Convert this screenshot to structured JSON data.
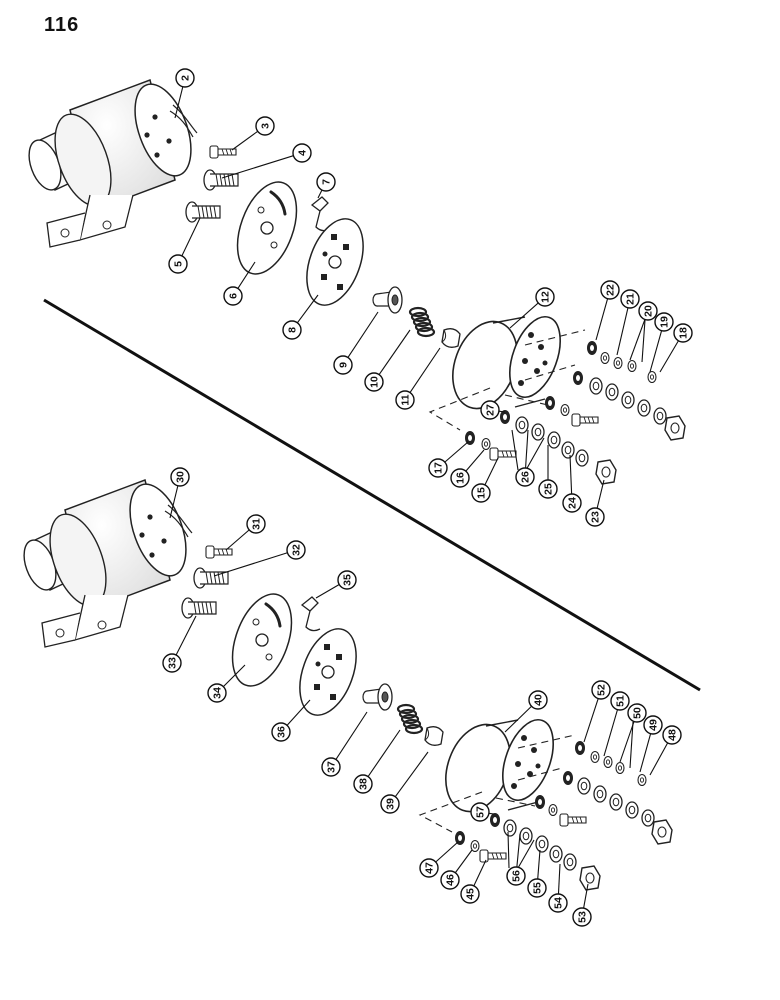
{
  "page": {
    "number": "116"
  },
  "diagram": {
    "callouts_upper": [
      "2",
      "3",
      "4",
      "5",
      "6",
      "7",
      "8",
      "9",
      "10",
      "11",
      "12",
      "15",
      "16",
      "17",
      "18",
      "19",
      "20",
      "21",
      "22",
      "23",
      "24",
      "25",
      "26",
      "27"
    ],
    "callouts_lower": [
      "30",
      "31",
      "32",
      "33",
      "34",
      "35",
      "36",
      "37",
      "38",
      "39",
      "40",
      "45",
      "46",
      "47",
      "48",
      "49",
      "50",
      "51",
      "52",
      "53",
      "54",
      "55",
      "56",
      "57"
    ]
  }
}
